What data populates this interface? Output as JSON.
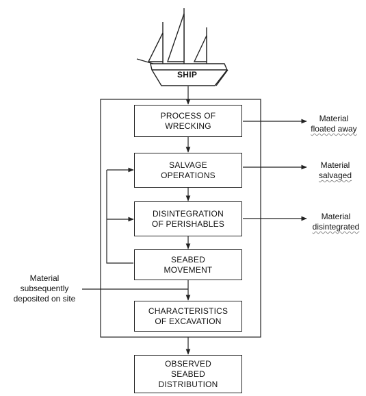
{
  "ship": {
    "label": "SHIP"
  },
  "boxes": [
    {
      "line1": "PROCESS OF",
      "line2": "WRECKING"
    },
    {
      "line1": "SALVAGE",
      "line2": "OPERATIONS"
    },
    {
      "line1": "DISINTEGRATION",
      "line2": "OF PERISHABLES"
    },
    {
      "line1": "SEABED",
      "line2": "MOVEMENT"
    },
    {
      "line1": "CHARACTERISTICS",
      "line2": "OF EXCAVATION"
    },
    {
      "line1": "OBSERVED",
      "line2": "SEABED",
      "line3": "DISTRIBUTION"
    }
  ],
  "outputs": [
    {
      "line1": "Material",
      "line2": "floated away"
    },
    {
      "line1": "Material",
      "line2": "salvaged"
    },
    {
      "line1": "Material",
      "line2": "disintegrated"
    }
  ],
  "input": {
    "line1": "Material",
    "line2": "subsequently",
    "line3": "deposited on site"
  }
}
